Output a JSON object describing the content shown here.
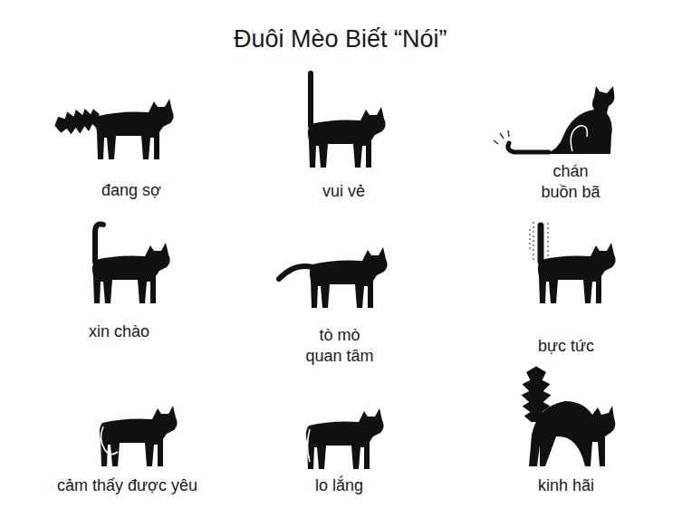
{
  "diagram": {
    "title": "Đuôi Mèo Biết “Nói”",
    "labels": [
      "đang sợ",
      "vui vẻ",
      "chán buồn bã",
      "xin chào",
      "tò mò quan tâm",
      "bực tức",
      "cảm thấy được yêu",
      "lo lắng",
      "kinh hãi"
    ]
  }
}
